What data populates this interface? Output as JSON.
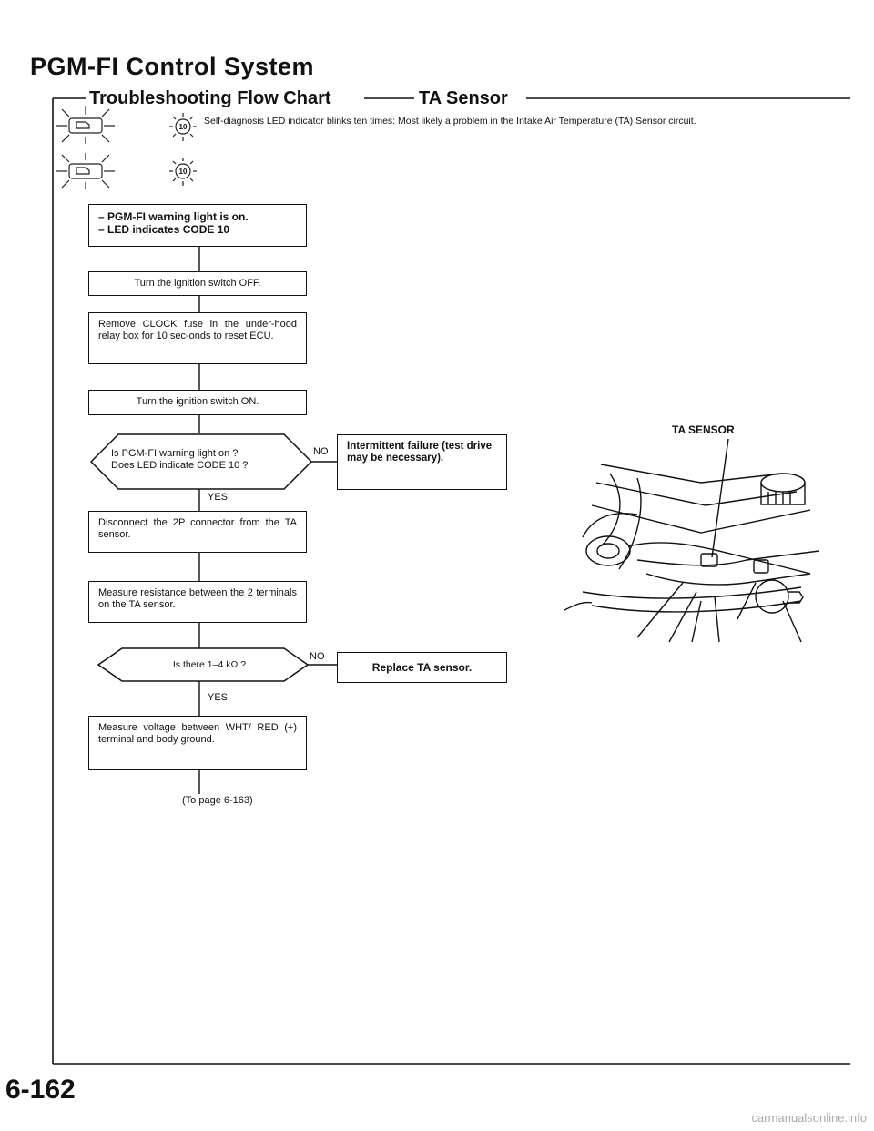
{
  "header": {
    "title": "PGM-FI Control System",
    "section": "Troubleshooting Flow Chart",
    "subject": "TA Sensor"
  },
  "intro": {
    "code_icon": "led-10-blink-icon",
    "text": "Self-diagnosis LED indicator blinks ten times: Most likely a problem in the Intake Air Temperature (TA) Sensor circuit."
  },
  "flow": {
    "symptom": "– PGM-FI warning light is on.\n– LED indicates CODE 10",
    "step1": "Turn the ignition switch OFF.",
    "step2": "Remove CLOCK fuse in the under-hood relay box for 10 sec-onds to reset ECU.",
    "step3": "Turn the ignition switch ON.",
    "decision1": "Is PGM-FI warning light on ?\nDoes LED indicate CODE 10 ?",
    "decision1_no": "NO",
    "decision1_yes": "YES",
    "result_no1": "Intermittent failure (test drive may be necessary).",
    "step4": "Disconnect the 2P connector from the TA sensor.",
    "step5": "Measure resistance between the 2 terminals on the TA sensor.",
    "decision2": "Is there 1–4 kΩ ?",
    "decision2_no": "NO",
    "decision2_yes": "YES",
    "result_no2": "Replace TA sensor.",
    "step6": "Measure voltage between WHT/ RED (+) terminal and body ground.",
    "continue": "(To page 6-163)"
  },
  "figure": {
    "label": "TA SENSOR",
    "drawing": "engine-bay-ta-sensor-illustration"
  },
  "footer": {
    "page_number": "6-162",
    "watermark": "carmanualsonline.info"
  }
}
